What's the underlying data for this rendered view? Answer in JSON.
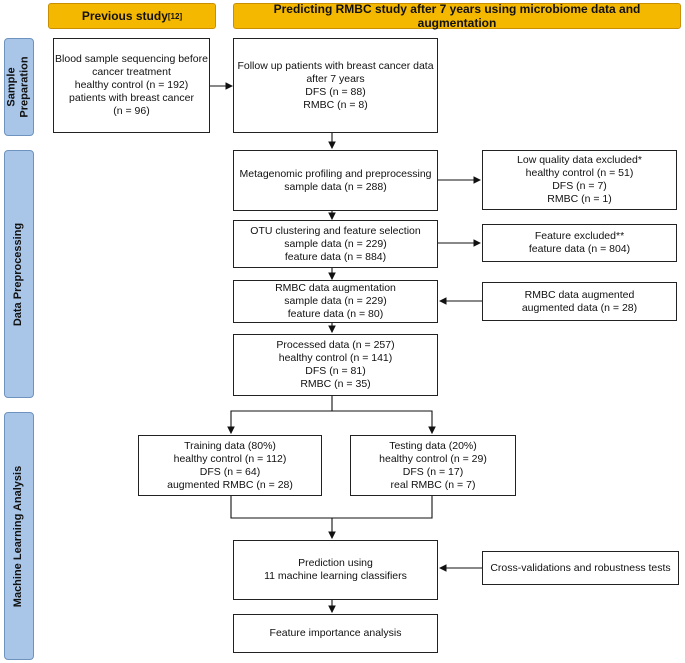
{
  "headers": {
    "previous_study": "Previous study",
    "previous_study_ref": "[12]",
    "current_study": "Predicting RMBC study after 7 years using microbiome data and augmentation"
  },
  "stages": {
    "sample_preparation": [
      "Sample",
      "Preparation"
    ],
    "data_preprocessing": "Data Preprocessing",
    "machine_learning": "Machine Learning Analysis"
  },
  "boxes": {
    "blood_sample": [
      "Blood sample sequencing before",
      "cancer treatment",
      "healthy control (n = 192)",
      "patients with breast cancer",
      "(n = 96)"
    ],
    "follow_up": [
      "Follow up patients with breast cancer data",
      "after 7 years",
      "DFS (n = 88)",
      "RMBC (n = 8)"
    ],
    "metagenomic": [
      "Metagenomic profiling and preprocessing",
      "sample data (n = 288)"
    ],
    "low_quality": [
      "Low quality data excluded*",
      "healthy control (n = 51)",
      "DFS (n = 7)",
      "RMBC (n = 1)"
    ],
    "otu": [
      "OTU clustering and feature selection",
      "sample data (n = 229)",
      "feature data (n = 884)"
    ],
    "feature_excluded": [
      "Feature excluded**",
      "feature data (n = 804)"
    ],
    "augmentation": [
      "RMBC data augmentation",
      "sample data (n = 229)",
      "feature data (n = 80)"
    ],
    "augmented": [
      "RMBC data augmented",
      "augmented data (n = 28)"
    ],
    "processed": [
      "Processed data (n = 257)",
      "healthy control (n = 141)",
      "DFS (n = 81)",
      "RMBC (n = 35)"
    ],
    "training": [
      "Training data (80%)",
      "healthy control (n = 112)",
      "DFS (n = 64)",
      "augmented RMBC (n = 28)"
    ],
    "testing": [
      "Testing data (20%)",
      "healthy control (n = 29)",
      "DFS (n = 17)",
      "real RMBC (n = 7)"
    ],
    "prediction": [
      "Prediction using",
      "11 machine learning classifiers"
    ],
    "cross_validation": [
      "Cross-validations and robustness tests"
    ],
    "feature_importance": [
      "Feature importance analysis"
    ]
  }
}
